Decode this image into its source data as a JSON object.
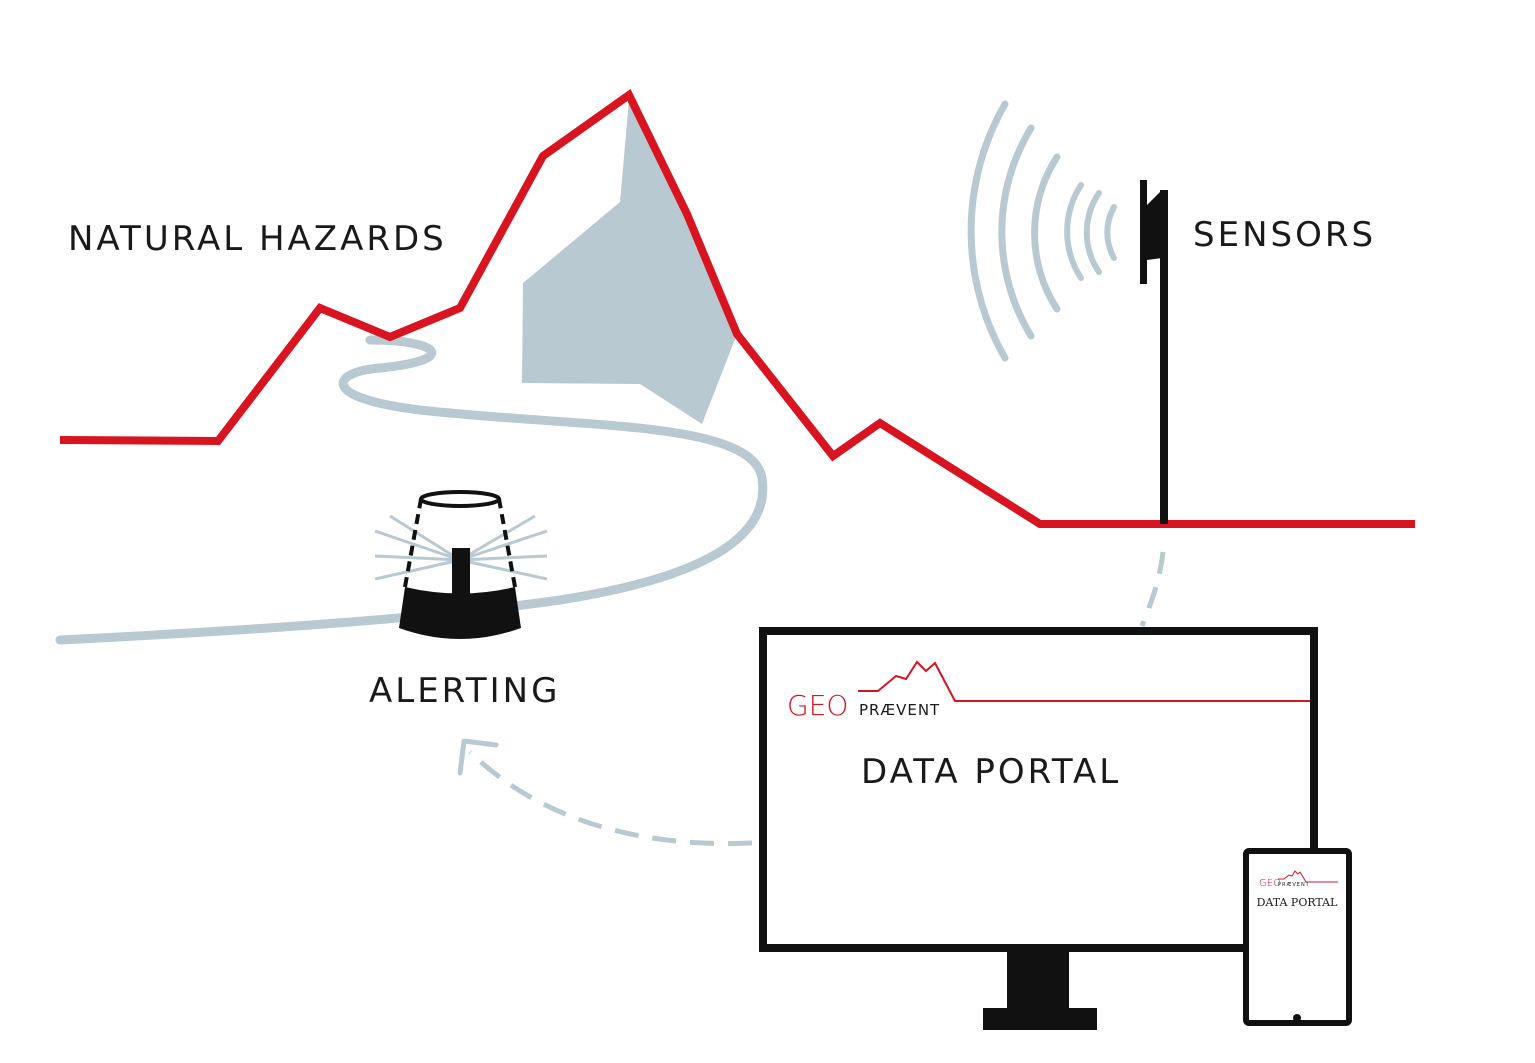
{
  "labels": {
    "natural_hazards": "NATURAL HAZARDS",
    "sensors": "SENSORS",
    "alerting": "ALERTING",
    "data_portal": "DATA PORTAL"
  },
  "logo": {
    "geo": "GEO",
    "praevent": "PRÆVENT"
  },
  "phone": {
    "geo": "GEO",
    "praevent": "PRÆVENT",
    "data_portal": "DATA PORTAL"
  },
  "colors": {
    "hazard_line": "#d7141f",
    "light_blue": "#b9c9d2",
    "dark": "#111111"
  }
}
